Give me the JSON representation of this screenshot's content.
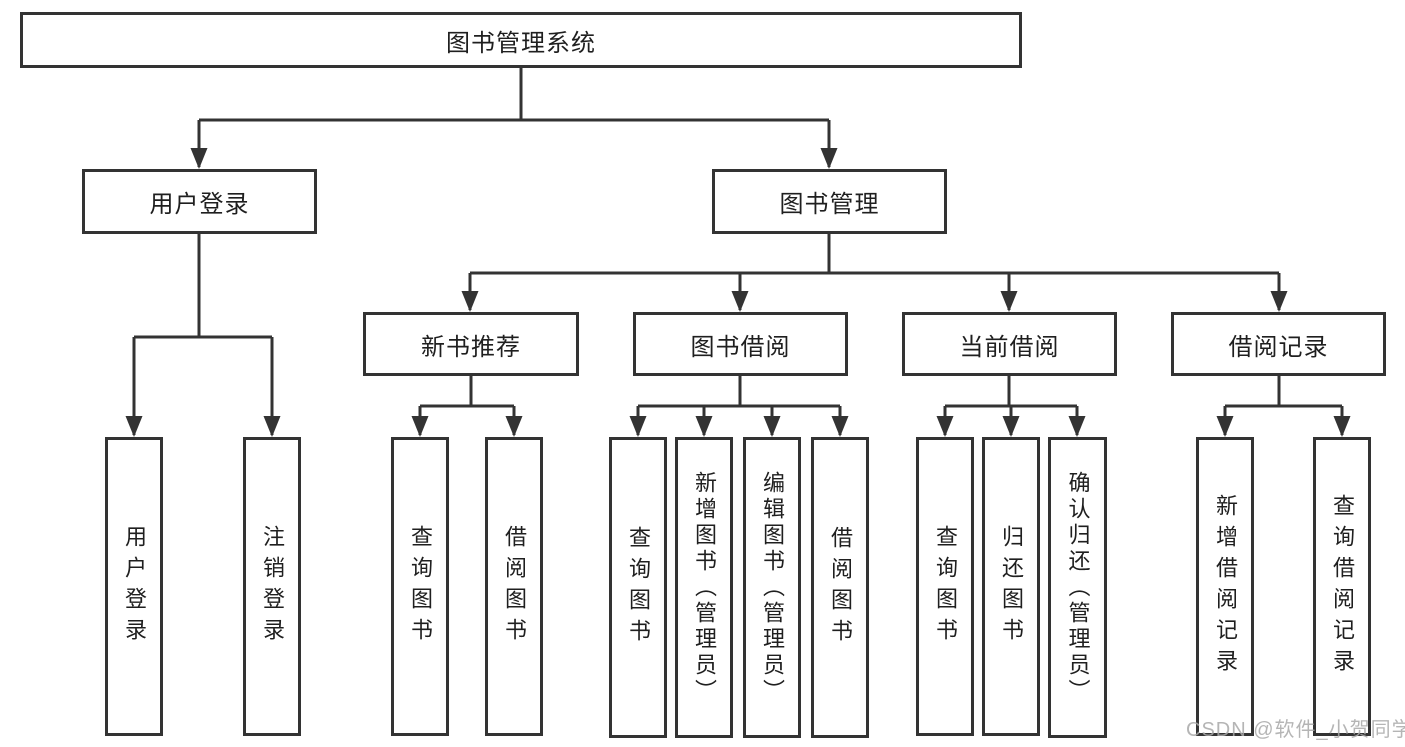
{
  "diagram": {
    "root": {
      "label": "图书管理系统"
    },
    "branches": [
      {
        "label": "用户登录",
        "children": [
          "用户登录",
          "注销登录"
        ]
      },
      {
        "label": "图书管理",
        "groups": [
          {
            "label": "新书推荐",
            "children": [
              "查询图书",
              "借阅图书"
            ]
          },
          {
            "label": "图书借阅",
            "children": [
              "查询图书",
              "新增图书（管理员）",
              "编辑图书（管理员）",
              "借阅图书"
            ]
          },
          {
            "label": "当前借阅",
            "children": [
              "查询图书",
              "归还图书",
              "确认归还（管理员）"
            ]
          },
          {
            "label": "借阅记录",
            "children": [
              "新增借阅记录",
              "查询借阅记录"
            ]
          }
        ]
      }
    ]
  },
  "watermark": {
    "text": "CSDN @软件_小贺同学"
  },
  "colors": {
    "line": "#333333",
    "box_border": "#333333",
    "text": "#1f1f1f",
    "watermark": "#a9a9a9",
    "background": "#ffffff"
  }
}
